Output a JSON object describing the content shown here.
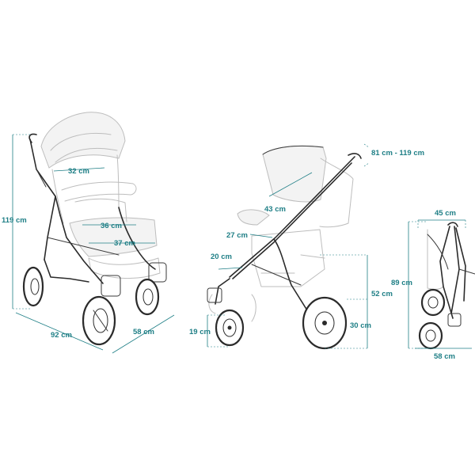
{
  "colors": {
    "dimension": "#1f7f86",
    "outline": "#2b2b2b",
    "ghost": "#bdbdbd"
  },
  "views": {
    "front": {
      "height": "119 cm",
      "length": "92 cm",
      "width": "58 cm",
      "backrest_width": "32 cm",
      "seat_depth": "36 cm",
      "seat_width": "37 cm"
    },
    "side": {
      "handle_height": "81 cm - 119 cm",
      "backrest_height": "43 cm",
      "bumper_bar_height": "27 cm",
      "footrest_length": "20 cm",
      "seat_height": "52 cm",
      "rear_wheel": "30 cm",
      "front_wheel": "19 cm"
    },
    "folded": {
      "width": "45 cm",
      "height": "89 cm",
      "length": "58 cm"
    }
  }
}
